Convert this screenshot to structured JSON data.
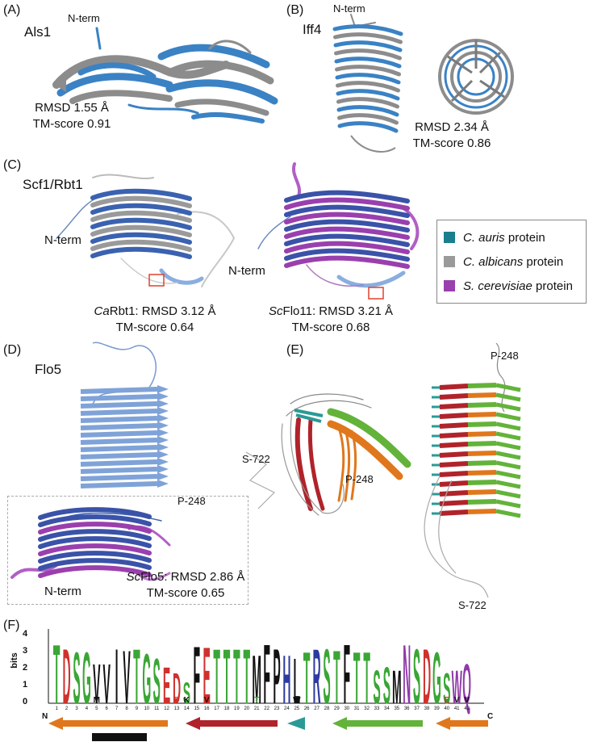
{
  "panels": {
    "A": {
      "label": "(A)",
      "name": "Als1",
      "nterm": "N-term",
      "rmsd": "RMSD 1.55 Å",
      "tm": "TM-score 0.91"
    },
    "B": {
      "label": "(B)",
      "name": "Iff4",
      "nterm": "N-term",
      "rmsd": "RMSD 2.34 Å",
      "tm": "TM-score 0.86"
    },
    "C": {
      "label": "(C)",
      "name": "Scf1/Rbt1",
      "nterm_left": "N-term",
      "nterm_right": "N-term",
      "left_prefix": "Ca",
      "left_caption": "Rbt1: RMSD 3.12 Å",
      "left_tm": "TM-score 0.64",
      "right_prefix": "Sc",
      "right_caption": "Flo11: RMSD 3.21 Å",
      "right_tm": "TM-score 0.68"
    },
    "D": {
      "label": "(D)",
      "name": "Flo5",
      "p248": "P-248",
      "nterm": "N-term",
      "prefix": "Sc",
      "caption": "Flo5: RMSD 2.86 Å",
      "tm": "TM-score 0.65"
    },
    "E": {
      "label": "(E)",
      "p248_left": "P-248",
      "s722_left": "S-722",
      "p248_right": "P-248",
      "s722_right": "S-722"
    },
    "F": {
      "label": "(F)",
      "ylabel": "bits",
      "yticks": [
        "4",
        "3",
        "2",
        "1",
        "0"
      ],
      "n_term": "N",
      "c_term": "C"
    }
  },
  "legend": [
    {
      "label": "C. auris",
      "suffix": " protein",
      "color": "#1a7f8c"
    },
    {
      "label": "C. albicans",
      "suffix": " protein",
      "color": "#9a9a9a"
    },
    {
      "label": "S. cerevisiae",
      "suffix": " protein",
      "color": "#9a3fae"
    }
  ],
  "colors": {
    "blue": "#3a82c4",
    "grey": "#8c8c8c",
    "purple": "#9a3fae",
    "lightblue": "#8aaee0",
    "red": "#b0232a",
    "orange": "#e0771c",
    "green": "#63b33a",
    "teal": "#2a9a96"
  },
  "logo": {
    "positions": [
      "1",
      "2",
      "3",
      "4",
      "5",
      "6",
      "7",
      "8",
      "9",
      "10",
      "11",
      "12",
      "13",
      "14",
      "15",
      "16",
      "17",
      "18",
      "19",
      "20",
      "21",
      "22",
      "23",
      "24",
      "25",
      "26",
      "27",
      "28",
      "29",
      "30",
      "31",
      "32",
      "33",
      "34",
      "35",
      "36",
      "37",
      "38",
      "39",
      "40",
      "41",
      "42"
    ],
    "letters": [
      {
        "t": "T",
        "c": "#3aa635",
        "h": 3.9
      },
      {
        "t": "D",
        "c": "#d0312d",
        "h": 3.6
      },
      {
        "t": "S",
        "c": "#3aa635",
        "h": 3.4
      },
      {
        "t": "G",
        "c": "#3aa635",
        "h": 3.4
      },
      {
        "t": "V",
        "c": "#111111",
        "h": 2.6
      },
      {
        "t": "V",
        "c": "#111111",
        "h": 2.6
      },
      {
        "t": "I",
        "c": "#111111",
        "h": 3.6
      },
      {
        "t": "V",
        "c": "#111111",
        "h": 3.5
      },
      {
        "t": "T",
        "c": "#3aa635",
        "h": 3.6
      },
      {
        "t": "G",
        "c": "#3aa635",
        "h": 3.3
      },
      {
        "t": "S",
        "c": "#3aa635",
        "h": 3.0
      },
      {
        "t": "E",
        "c": "#d0312d",
        "h": 2.4
      },
      {
        "t": "D",
        "c": "#d0312d",
        "h": 2.0
      },
      {
        "t": "S",
        "c": "#3aa635",
        "h": 1.4
      },
      {
        "t": "F",
        "c": "#111111",
        "h": 3.8
      },
      {
        "t": "E",
        "c": "#d0312d",
        "h": 3.7
      },
      {
        "t": "T",
        "c": "#3aa635",
        "h": 3.6
      },
      {
        "t": "T",
        "c": "#3aa635",
        "h": 3.6
      },
      {
        "t": "T",
        "c": "#3aa635",
        "h": 3.6
      },
      {
        "t": "T",
        "c": "#3aa635",
        "h": 3.6
      },
      {
        "t": "M",
        "c": "#111111",
        "h": 3.2
      },
      {
        "t": "F",
        "c": "#111111",
        "h": 3.9
      },
      {
        "t": "P",
        "c": "#111111",
        "h": 3.6
      },
      {
        "t": "H",
        "c": "#2d3aa1",
        "h": 3.2
      },
      {
        "t": "L",
        "c": "#111111",
        "h": 3.0
      },
      {
        "t": "T",
        "c": "#3aa635",
        "h": 3.4
      },
      {
        "t": "R",
        "c": "#2d3aa1",
        "h": 3.6
      },
      {
        "t": "S",
        "c": "#3aa635",
        "h": 3.6
      },
      {
        "t": "T",
        "c": "#3aa635",
        "h": 3.5
      },
      {
        "t": "F",
        "c": "#111111",
        "h": 3.9
      },
      {
        "t": "T",
        "c": "#3aa635",
        "h": 3.4
      },
      {
        "t": "T",
        "c": "#3aa635",
        "h": 3.4
      },
      {
        "t": "S",
        "c": "#3aa635",
        "h": 2.2
      },
      {
        "t": "S",
        "c": "#3aa635",
        "h": 2.4
      },
      {
        "t": "M",
        "c": "#111111",
        "h": 2.2
      },
      {
        "t": "N",
        "c": "#8f3aa8",
        "h": 3.9
      },
      {
        "t": "S",
        "c": "#3aa635",
        "h": 3.6
      },
      {
        "t": "D",
        "c": "#d0312d",
        "h": 3.6
      },
      {
        "t": "G",
        "c": "#3aa635",
        "h": 3.4
      },
      {
        "t": "S",
        "c": "#3aa635",
        "h": 2.0
      },
      {
        "t": "W",
        "c": "#8f3aa8",
        "h": 2.2
      },
      {
        "t": "Q",
        "c": "#8f3aa8",
        "h": 2.6
      }
    ],
    "sub_letters": [
      {
        "pos": 5,
        "t": "M",
        "c": "#111111"
      },
      {
        "pos": 13,
        "t": "D",
        "c": "#d0312d"
      },
      {
        "pos": 14,
        "t": "K",
        "c": "#111111"
      },
      {
        "pos": 16,
        "t": "V",
        "c": "#111111"
      },
      {
        "pos": 21,
        "t": "T",
        "c": "#3aa635"
      },
      {
        "pos": 25,
        "t": "W",
        "c": "#111111"
      },
      {
        "pos": 33,
        "t": "T",
        "c": "#3aa635"
      },
      {
        "pos": 40,
        "t": "E",
        "c": "#d0312d"
      },
      {
        "pos": 41,
        "t": "V",
        "c": "#111111"
      },
      {
        "pos": 42,
        "t": "V",
        "c": "#111111"
      }
    ]
  }
}
